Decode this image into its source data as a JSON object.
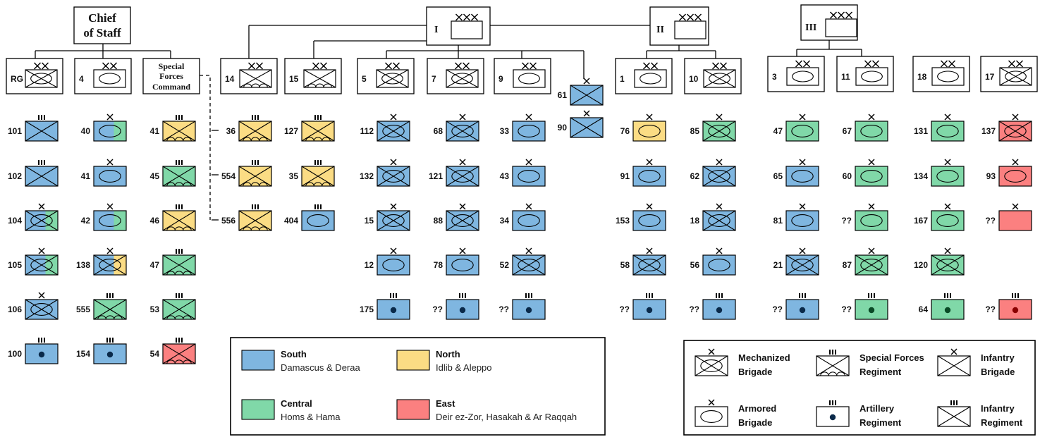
{
  "headquarters": {
    "chief": {
      "line1": "Chief",
      "line2": "of Staff"
    },
    "corps1": {
      "label": "I",
      "echelon": "XXX"
    },
    "corps2": {
      "label": "II",
      "echelon": "XXX"
    },
    "corps3": {
      "label": "III",
      "echelon": "XXX"
    },
    "sfc": {
      "line1": "Special",
      "line2": "Forces",
      "line3": "Command"
    }
  },
  "divisions": [
    {
      "id": "RG",
      "echelon": "XX",
      "type": "mech"
    },
    {
      "id": "4",
      "echelon": "XX",
      "type": "armor"
    },
    {
      "id": "14",
      "echelon": "XX",
      "type": "sf"
    },
    {
      "id": "15",
      "echelon": "XX",
      "type": "sf"
    },
    {
      "id": "5",
      "echelon": "XX",
      "type": "mech"
    },
    {
      "id": "7",
      "echelon": "XX",
      "type": "mech"
    },
    {
      "id": "9",
      "echelon": "XX",
      "type": "armor"
    },
    {
      "id": "1",
      "echelon": "XX",
      "type": "armor"
    },
    {
      "id": "10",
      "echelon": "XX",
      "type": "mech"
    },
    {
      "id": "3",
      "echelon": "XX",
      "type": "armor"
    },
    {
      "id": "11",
      "echelon": "XX",
      "type": "armor"
    },
    {
      "id": "18",
      "echelon": "XX",
      "type": "armor"
    },
    {
      "id": "17",
      "echelon": "XX",
      "type": "mech"
    }
  ],
  "units": [
    {
      "label": "101",
      "echelon": "III",
      "type": "infantry",
      "color": "south"
    },
    {
      "label": "102",
      "echelon": "III",
      "type": "infantry",
      "color": "south"
    },
    {
      "label": "104",
      "echelon": "X",
      "type": "mech",
      "color": "south",
      "color2": "central"
    },
    {
      "label": "105",
      "echelon": "X",
      "type": "mech",
      "color": "south",
      "color2": "central"
    },
    {
      "label": "106",
      "echelon": "X",
      "type": "mech",
      "color": "south"
    },
    {
      "label": "100",
      "echelon": "III",
      "type": "artillery",
      "color": "south"
    },
    {
      "label": "40",
      "echelon": "X",
      "type": "armor",
      "color": "south",
      "color2": "central"
    },
    {
      "label": "41",
      "echelon": "X",
      "type": "armor",
      "color": "south"
    },
    {
      "label": "42",
      "echelon": "X",
      "type": "armor",
      "color": "south",
      "color2": "central"
    },
    {
      "label": "138",
      "echelon": "X",
      "type": "mech",
      "color": "south",
      "color2": "north"
    },
    {
      "label": "555",
      "echelon": "III",
      "type": "sf",
      "color": "central"
    },
    {
      "label": "154",
      "echelon": "III",
      "type": "artillery",
      "color": "south"
    },
    {
      "label": "41",
      "echelon": "III",
      "type": "sf",
      "color": "north"
    },
    {
      "label": "45",
      "echelon": "III",
      "type": "sf",
      "color": "central"
    },
    {
      "label": "46",
      "echelon": "III",
      "type": "sf",
      "color": "north"
    },
    {
      "label": "47",
      "echelon": "III",
      "type": "sf",
      "color": "central"
    },
    {
      "label": "53",
      "echelon": "III",
      "type": "sf",
      "color": "central"
    },
    {
      "label": "54",
      "echelon": "III",
      "type": "sf",
      "color": "east"
    },
    {
      "label": "36",
      "echelon": "III",
      "type": "sf",
      "color": "north"
    },
    {
      "label": "554",
      "echelon": "III",
      "type": "sf",
      "color": "north"
    },
    {
      "label": "556",
      "echelon": "III",
      "type": "sf",
      "color": "north"
    },
    {
      "label": "127",
      "echelon": "III",
      "type": "sf",
      "color": "north"
    },
    {
      "label": "35",
      "echelon": "III",
      "type": "sf",
      "color": "north"
    },
    {
      "label": "404",
      "echelon": "III",
      "type": "armor",
      "color": "south"
    },
    {
      "label": "112",
      "echelon": "X",
      "type": "mech",
      "color": "south"
    },
    {
      "label": "132",
      "echelon": "X",
      "type": "mech",
      "color": "south"
    },
    {
      "label": "15",
      "echelon": "X",
      "type": "mech",
      "color": "south"
    },
    {
      "label": "12",
      "echelon": "X",
      "type": "armor",
      "color": "south"
    },
    {
      "label": "175",
      "echelon": "III",
      "type": "artillery",
      "color": "south"
    },
    {
      "label": "68",
      "echelon": "X",
      "type": "mech",
      "color": "south"
    },
    {
      "label": "121",
      "echelon": "X",
      "type": "mech",
      "color": "south"
    },
    {
      "label": "88",
      "echelon": "X",
      "type": "mech",
      "color": "south"
    },
    {
      "label": "78",
      "echelon": "X",
      "type": "armor",
      "color": "south"
    },
    {
      "label": "??",
      "echelon": "III",
      "type": "artillery",
      "color": "south"
    },
    {
      "label": "33",
      "echelon": "X",
      "type": "armor",
      "color": "south"
    },
    {
      "label": "43",
      "echelon": "X",
      "type": "armor",
      "color": "south"
    },
    {
      "label": "34",
      "echelon": "X",
      "type": "armor",
      "color": "south"
    },
    {
      "label": "52",
      "echelon": "X",
      "type": "mech",
      "color": "south"
    },
    {
      "label": "??",
      "echelon": "III",
      "type": "artillery",
      "color": "south"
    },
    {
      "label": "61",
      "echelon": "X",
      "type": "infantry",
      "color": "south"
    },
    {
      "label": "90",
      "echelon": "X",
      "type": "infantry",
      "color": "south"
    },
    {
      "label": "76",
      "echelon": "X",
      "type": "armor",
      "color": "north"
    },
    {
      "label": "91",
      "echelon": "X",
      "type": "armor",
      "color": "south"
    },
    {
      "label": "153",
      "echelon": "X",
      "type": "armor",
      "color": "south"
    },
    {
      "label": "58",
      "echelon": "X",
      "type": "mech",
      "color": "south"
    },
    {
      "label": "??",
      "echelon": "III",
      "type": "artillery",
      "color": "south"
    },
    {
      "label": "85",
      "echelon": "X",
      "type": "mech",
      "color": "central"
    },
    {
      "label": "62",
      "echelon": "X",
      "type": "mech",
      "color": "south"
    },
    {
      "label": "18",
      "echelon": "X",
      "type": "mech",
      "color": "south"
    },
    {
      "label": "56",
      "echelon": "X",
      "type": "armor",
      "color": "south"
    },
    {
      "label": "??",
      "echelon": "III",
      "type": "artillery",
      "color": "south"
    },
    {
      "label": "47",
      "echelon": "X",
      "type": "armor",
      "color": "central"
    },
    {
      "label": "65",
      "echelon": "X",
      "type": "armor",
      "color": "south"
    },
    {
      "label": "81",
      "echelon": "X",
      "type": "armor",
      "color": "south"
    },
    {
      "label": "21",
      "echelon": "X",
      "type": "mech",
      "color": "south"
    },
    {
      "label": "??",
      "echelon": "III",
      "type": "artillery",
      "color": "south"
    },
    {
      "label": "67",
      "echelon": "X",
      "type": "armor",
      "color": "central"
    },
    {
      "label": "60",
      "echelon": "X",
      "type": "armor",
      "color": "central"
    },
    {
      "label": "??",
      "echelon": "X",
      "type": "armor",
      "color": "central"
    },
    {
      "label": "87",
      "echelon": "X",
      "type": "mech",
      "color": "central"
    },
    {
      "label": "??",
      "echelon": "III",
      "type": "artillery",
      "color": "central"
    },
    {
      "label": "131",
      "echelon": "X",
      "type": "armor",
      "color": "central"
    },
    {
      "label": "134",
      "echelon": "X",
      "type": "armor",
      "color": "central"
    },
    {
      "label": "167",
      "echelon": "X",
      "type": "armor",
      "color": "central"
    },
    {
      "label": "120",
      "echelon": "X",
      "type": "mech",
      "color": "central"
    },
    {
      "label": "64",
      "echelon": "III",
      "type": "artillery",
      "color": "central"
    },
    {
      "label": "137",
      "echelon": "X",
      "type": "mech",
      "color": "east"
    },
    {
      "label": "93",
      "echelon": "X",
      "type": "armor",
      "color": "east"
    },
    {
      "label": "??",
      "echelon": "X",
      "type": "none",
      "color": "east"
    },
    {
      "label": "??",
      "echelon": "III",
      "type": "artillery",
      "color": "east"
    }
  ],
  "colors": {
    "south": "#7fb6e0",
    "north": "#fbdc84",
    "central": "#80d8a8",
    "east": "#fb8080",
    "line": "#000000",
    "dot": "#0a2a4a"
  },
  "region_legend": [
    {
      "key": "south",
      "title": "South",
      "subtitle": "Damascus & Deraa"
    },
    {
      "key": "north",
      "title": "North",
      "subtitle": "Idlib & Aleppo"
    },
    {
      "key": "central",
      "title": "Central",
      "subtitle": "Homs & Hama"
    },
    {
      "key": "east",
      "title": "East",
      "subtitle": "Deir ez-Zor, Hasakah & Ar Raqqah"
    }
  ],
  "symbol_legend": [
    {
      "type": "mech",
      "echelon": "X",
      "line1": "Mechanized",
      "line2": "Brigade"
    },
    {
      "type": "sf",
      "echelon": "III",
      "line1": "Special Forces",
      "line2": "Regiment"
    },
    {
      "type": "infantry",
      "echelon": "X",
      "line1": "Infantry",
      "line2": "Brigade"
    },
    {
      "type": "armor",
      "echelon": "X",
      "line1": "Armored",
      "line2": "Brigade"
    },
    {
      "type": "artillery",
      "echelon": "III",
      "line1": "Artillery",
      "line2": "Regiment"
    },
    {
      "type": "infantry",
      "echelon": "III",
      "line1": "Infantry",
      "line2": "Regiment"
    }
  ]
}
